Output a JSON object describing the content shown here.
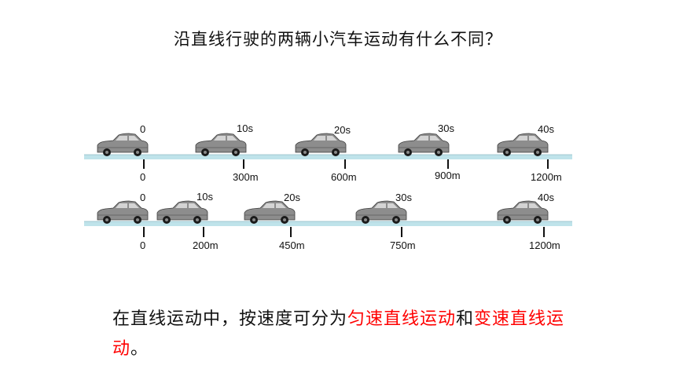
{
  "title": "沿直线行驶的两辆小汽车运动有什么不同？",
  "rows": [
    {
      "times": [
        "0",
        "10s",
        "20s",
        "30s",
        "40s"
      ],
      "distances": [
        "0",
        "300m",
        "600m",
        "900m",
        "1200m"
      ]
    },
    {
      "times": [
        "0",
        "10s",
        "20s",
        "30s",
        "40s"
      ],
      "distances": [
        "0",
        "200m",
        "450m",
        "750m",
        "1200m"
      ]
    }
  ],
  "conclusion": {
    "part1": "在直线运动中，按速度可分为",
    "term1": "匀速直线运动",
    "part2": "和",
    "term2": "变速直线运动",
    "end": "。"
  },
  "colors": {
    "highlight": "#ff0000",
    "road": "#bfe3ea"
  }
}
